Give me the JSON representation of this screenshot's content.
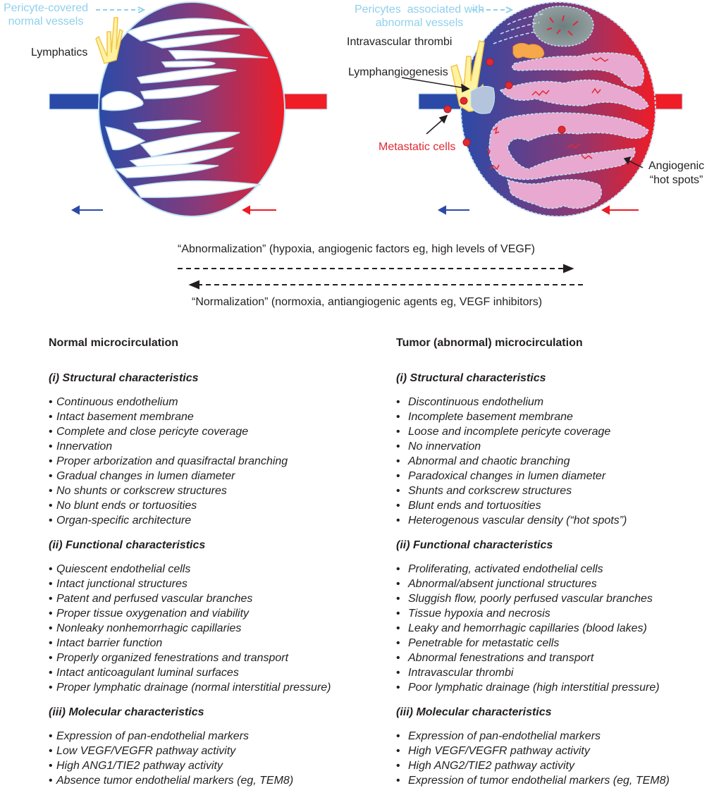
{
  "diagram": {
    "colors": {
      "venous_blue": "#2f4aa0",
      "arterial_red": "#ed1c24",
      "pericyte_light_blue": "#8fd0ec",
      "lymphatic_yellow": "#fff3a0",
      "tumor_tissue_pink": "#e8a8cf",
      "thrombus_orange": "#f7a84a",
      "necrosis_gray": "#7f8c8c",
      "metastatic_red": "#e02a33"
    },
    "normal_panel": {
      "labels": {
        "pericytes": "Pericyte-covered\nnormal vessels",
        "lymphatics": "Lymphatics"
      }
    },
    "tumor_panel": {
      "labels": {
        "pericytes": "Pericytes  associated with\nabnormal vessels",
        "thrombi": "Intravascular thrombi",
        "lymphangiogenesis": "Lymphangiogenesis",
        "metastatic": "Metastatic cells",
        "hotspots": "Angiogenic\n“hot spots”"
      }
    },
    "transition": {
      "abnormalization": "“Abnormalization” (hypoxia, angiogenic factors eg, high levels of VEGF)",
      "normalization": "“Normalization” (normoxia, antiangiogenic agents eg, VEGF inhibitors)"
    }
  },
  "columns": [
    {
      "title": "Normal  microcirculation",
      "sections": [
        {
          "title": "(i) Structural characteristics",
          "items": [
            "Continuous endothelium",
            "Intact basement membrane",
            "Complete and close pericyte coverage",
            "Innervation",
            "Proper arborization and quasifractal branching",
            "Gradual changes in lumen diameter",
            "No shunts or corkscrew structures",
            "No blunt ends or tortuosities",
            "Organ-specific architecture"
          ]
        },
        {
          "title": "(ii) Functional characteristics",
          "items": [
            "Quiescent endothelial cells",
            "Intact junctional structures",
            "Patent and perfused  vascular branches",
            "Proper tissue oxygenation and viability",
            "Nonleaky nonhemorrhagic capillaries",
            "Intact barrier function",
            "Properly organized fenestrations and transport",
            "Intact anticoagulant luminal surfaces",
            "Proper lymphatic drainage (normal interstitial pressure)"
          ]
        },
        {
          "title": "(iii) Molecular characteristics",
          "items": [
            "Expression of pan-endothelial markers",
            "Low VEGF/VEGFR pathway activity",
            "High ANG1/TIE2 pathway activity",
            "Absence tumor endothelial markers (eg, TEM8)"
          ]
        }
      ]
    },
    {
      "title": "Tumor (abnormal) microcirculation",
      "sections": [
        {
          "title": "(i) Structural characteristics",
          "items": [
            "Discontinuous endothelium",
            "Incomplete basement membrane",
            "Loose and incomplete pericyte coverage",
            "No innervation",
            "Abnormal and chaotic branching",
            "Paradoxical changes in lumen diameter",
            "Shunts and corkscrew structures",
            "Blunt ends and tortuosities",
            "Heterogenous vascular density (“hot spots”)"
          ]
        },
        {
          "title": "(ii) Functional characteristics",
          "items": [
            "Proliferating, activated endothelial cells",
            "Abnormal/absent junctional structures",
            "Sluggish flow, poorly perfused vascular branches",
            "Tissue hypoxia and necrosis",
            "Leaky and hemorrhagic capillaries (blood lakes)",
            "Penetrable for metastatic cells",
            "Abnormal fenestrations and transport",
            "Intravascular thrombi",
            "Poor lymphatic drainage (high interstitial pressure)"
          ]
        },
        {
          "title": "(iii) Molecular characteristics",
          "items": [
            "Expression of pan-endothelial markers",
            "High VEGF/VEGFR pathway activity",
            "High ANG2/TIE2 pathway activity",
            "Expression of tumor endothelial markers (eg, TEM8)"
          ]
        }
      ]
    }
  ],
  "bullet": "•"
}
